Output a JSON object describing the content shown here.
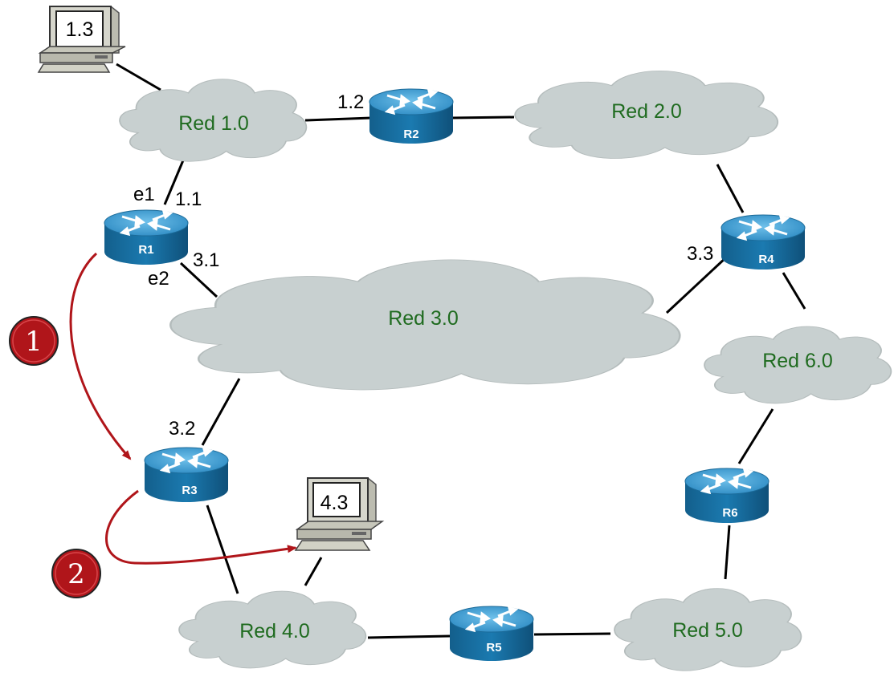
{
  "networks": {
    "n1": "Red 1.0",
    "n2": "Red 2.0",
    "n3": "Red 3.0",
    "n4": "Red 4.0",
    "n5": "Red 5.0",
    "n6": "Red 6.0"
  },
  "routers": {
    "r1": "R1",
    "r2": "R2",
    "r3": "R3",
    "r4": "R4",
    "r5": "R5",
    "r6": "R6"
  },
  "hosts": {
    "h1": "1.3",
    "h2": "4.3"
  },
  "interface_labels": {
    "r2_addr": "1.2",
    "r1_e1": "e1",
    "r1_addr1": "1.1",
    "r1_addr3": "3.1",
    "r1_e2": "e2",
    "r4_addr": "3.3",
    "r3_addr": "3.2"
  },
  "steps": {
    "s1": "1",
    "s2": "2"
  },
  "colors": {
    "cloud": "#c8d0d0",
    "cloud_stroke": "#b4bcbc",
    "network_text": "#1f6b1f",
    "router_body": "#1b7ab0",
    "router_top": "#3d9bd0",
    "arrow": "#b0151a",
    "step_badge": "#b0151a"
  }
}
